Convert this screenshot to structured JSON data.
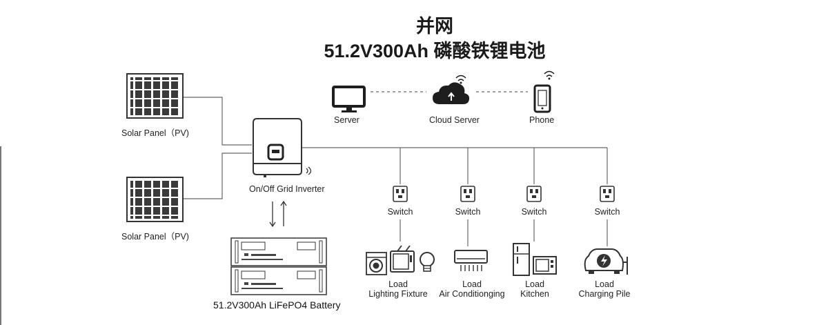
{
  "title": {
    "line1": "并网",
    "line2": "51.2V300Ah 磷酸铁锂电池"
  },
  "devices": {
    "solar_panel_top": "Solar Panel（PV)",
    "solar_panel_bottom": "Solar Panel（PV)",
    "inverter": "On/Off Grid Inverter",
    "battery": "51.2V300Ah LiFePO4 Battery",
    "server": "Server",
    "cloud_server": "Cloud Server",
    "phone": "Phone"
  },
  "branches": [
    {
      "switch": "Switch",
      "load": "Load",
      "load_type": "Lighting Fixture"
    },
    {
      "switch": "Switch",
      "load": "Load",
      "load_type": "Air Conditionging"
    },
    {
      "switch": "Switch",
      "load": "Load",
      "load_type": "Kitchen"
    },
    {
      "switch": "Switch",
      "load": "Load",
      "load_type": "Charging Pile"
    }
  ],
  "colors": {
    "line": "#666666",
    "dark": "#1e1e1e"
  }
}
